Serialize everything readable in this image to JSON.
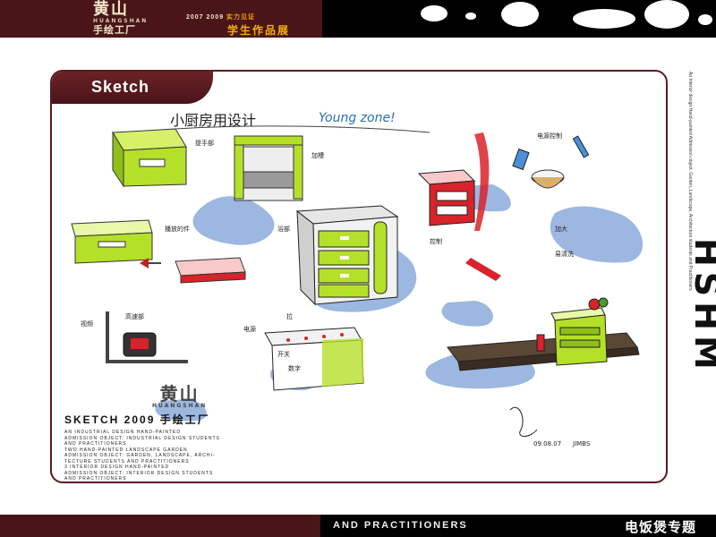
{
  "header": {
    "logo_cn": "黄山",
    "logo_en": "HUANGSHAN",
    "logo_sub": "手绘工厂",
    "years": "2007 2009",
    "years_tag": "实力见证",
    "students": "学生作品展"
  },
  "section": {
    "tab_label": "Sketch"
  },
  "sketch": {
    "title_cn": "小厨房用设计",
    "title_en": "Young zone!",
    "notes": [
      "提手部",
      "加槽",
      "播放的件",
      "浴部",
      "视频",
      "高速部",
      "拉",
      "电源",
      "开关",
      "加大",
      "易清洗",
      "数字",
      "控制",
      "电源控制"
    ]
  },
  "signature": {
    "date": "09.08.07",
    "author": "JIMBS"
  },
  "bottom_logo": {
    "cn": "黄山",
    "en": "HUANGSHAN"
  },
  "caption": {
    "title": "SKETCH 2009 手绘工厂",
    "lines": "AN INDUSTRIAL DESIGN HAND-PAINTED\nADMISSION OBJECT: INDUSTRIAL DESIGN STUDENTS\nAND PRACTITIONERS\nTWO HAND-PAINTED LANDSCAPE GARDEN\nADMISSION OBJECT: GARDEN, LANDSCAPE, ARCHI-\nTECTURE STUDENTS AND PRACTITIONERS\n3 INTERIOR DESIGN HAND-PAINTED\nADMISSION OBJECT: INTERIOR DESIGN STUDENTS\nAND PRACTITIONERS"
  },
  "side": {
    "small_text": "An Interior design Hand-painted Admission object: Garden, Landscape, Architecture students and Practitioners",
    "big_text": "HSHM"
  },
  "footer": {
    "tag": "AND PRACTITIONERS",
    "topic": "电饭煲专题"
  },
  "colors": {
    "maroon": "#4a1518",
    "accent_green": "#b5e02a",
    "accent_red": "#d8232a",
    "shadow_blue": "#7b9fd6"
  }
}
